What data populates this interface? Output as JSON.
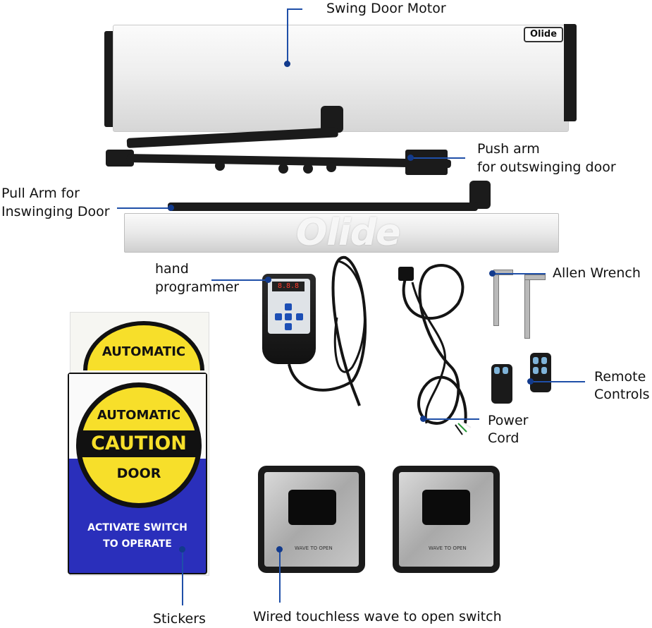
{
  "labels": {
    "motor": "Swing  Door  Motor",
    "push_arm_line1": "Push arm",
    "push_arm_line2": "for outswinging door",
    "pull_arm_line1": "Pull Arm for",
    "pull_arm_line2": "Inswinging Door",
    "programmer_line1": "hand",
    "programmer_line2": "programmer",
    "allen": "Allen  Wrench",
    "remote_line1": "Remote",
    "remote_line2": "Controls",
    "power_line1": "Power",
    "power_line2": "Cord",
    "stickers": "Stickers",
    "switch": "Wired touchless wave to open switch"
  },
  "product_text": {
    "badge": "Olide",
    "watermark": "Olide",
    "display": "8.8.8",
    "sticker_top": "AUTOMATIC",
    "sticker_automatic": "AUTOMATIC",
    "sticker_caution": "CAUTION",
    "sticker_door": "DOOR",
    "sticker_activate": "ACTIVATE SWITCH",
    "sticker_operate": "TO OPERATE",
    "switch_caption": "WAVE TO OPEN"
  },
  "colors": {
    "leader_line": "#1f4fa8",
    "sticker_yellow": "#f7df2a",
    "sticker_blue": "#2a2fbb"
  }
}
